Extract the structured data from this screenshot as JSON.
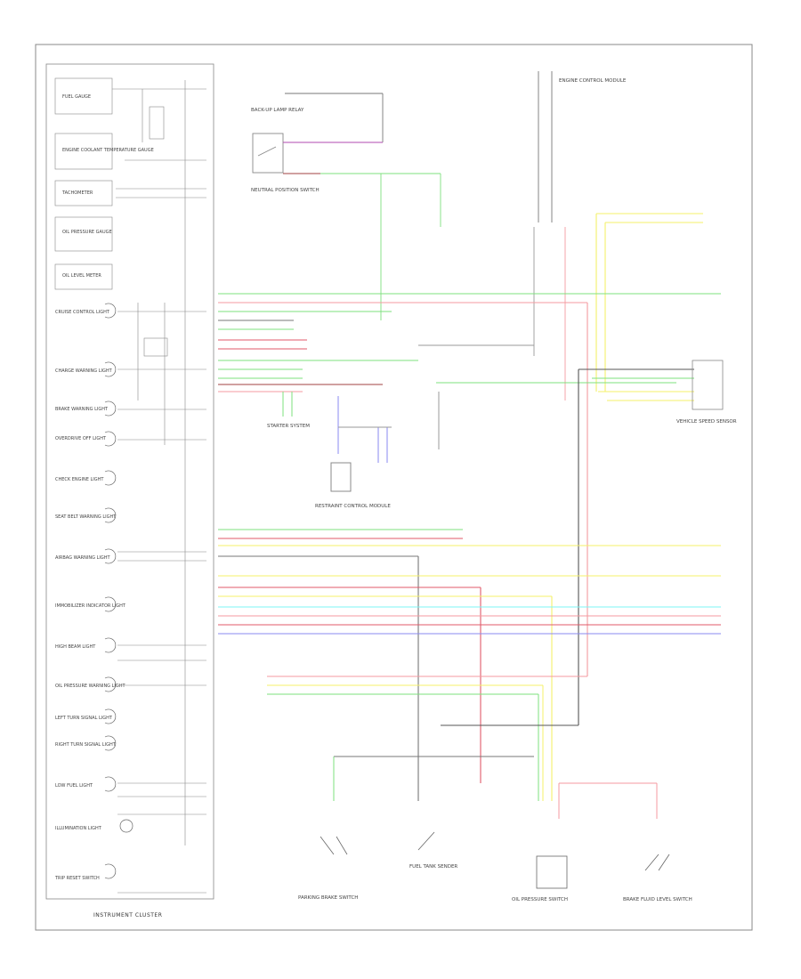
{
  "diagram": {
    "title": "INSTRUMENT CLUSTER",
    "footer_code": "",
    "cluster_items": [
      {
        "key": "fuel-gauge",
        "text": "FUEL GAUGE"
      },
      {
        "key": "engine-coolant-temp-gauge",
        "text": "ENGINE COOLANT TEMPERATURE GAUGE"
      },
      {
        "key": "tachometer",
        "text": "TACHOMETER"
      },
      {
        "key": "oil-pressure-gauge",
        "text": "OIL PRESSURE GAUGE"
      },
      {
        "key": "oil-level-meter",
        "text": "OIL LEVEL METER"
      },
      {
        "key": "cruise-control-light",
        "text": "CRUISE CONTROL LIGHT"
      },
      {
        "key": "charge-warning-light",
        "text": "CHARGE WARNING LIGHT"
      },
      {
        "key": "brake-warning-light",
        "text": "BRAKE WARNING LIGHT"
      },
      {
        "key": "overdrive-off-light",
        "text": "OVERDRIVE OFF LIGHT"
      },
      {
        "key": "check-engine-light",
        "text": "CHECK ENGINE LIGHT"
      },
      {
        "key": "seat-belt-warning-light",
        "text": "SEAT BELT WARNING LIGHT"
      },
      {
        "key": "airbag-warning-light",
        "text": "AIRBAG WARNING LIGHT"
      },
      {
        "key": "immobilizer-indicator-light",
        "text": "IMMOBILIZER INDICATOR LIGHT"
      },
      {
        "key": "high-beam-light",
        "text": "HIGH BEAM LIGHT"
      },
      {
        "key": "oil-pressure-warning-light",
        "text": "OIL PRESSURE WARNING LIGHT"
      },
      {
        "key": "left-turn-signal-light",
        "text": "LEFT TURN SIGNAL LIGHT"
      },
      {
        "key": "right-turn-signal-light",
        "text": "RIGHT TURN SIGNAL LIGHT"
      },
      {
        "key": "low-fuel-light",
        "text": "LOW FUEL LIGHT"
      },
      {
        "key": "illumination-light",
        "text": "ILLUMINATION LIGHT"
      },
      {
        "key": "trip-reset-switch",
        "text": "TRIP RESET SWITCH"
      }
    ],
    "components": [
      {
        "key": "back-up-lamp-relay",
        "text": "BACK-UP LAMP RELAY"
      },
      {
        "key": "neutral-position-switch",
        "text": "NEUTRAL POSITION SWITCH"
      },
      {
        "key": "engine-control-module",
        "text": "ENGINE CONTROL MODULE"
      },
      {
        "key": "vehicle-speed-sensor",
        "text": "VEHICLE SPEED SENSOR"
      },
      {
        "key": "starter-system",
        "text": "STARTER SYSTEM"
      },
      {
        "key": "restraint-control-module",
        "text": "RESTRAINT CONTROL MODULE"
      },
      {
        "key": "parking-brake-switch",
        "text": "PARKING BRAKE SWITCH"
      },
      {
        "key": "fuel-tank-sender",
        "text": "FUEL TANK SENDER"
      },
      {
        "key": "oil-pressure-switch",
        "text": "OIL PRESSURE SWITCH"
      },
      {
        "key": "brake-fluid-level-switch",
        "text": "BRAKE FLUID LEVEL SWITCH"
      }
    ],
    "wire_colors": {
      "green": "#7ee07e",
      "yellow": "#f4f06a",
      "cyan": "#7ef4f4",
      "pink": "#f49aa0",
      "red": "#e05a6a",
      "blue": "#8a8af0",
      "purple": "#b04ab0",
      "dark_red": "#a04040",
      "gray": "#777777",
      "dark": "#555555"
    }
  }
}
